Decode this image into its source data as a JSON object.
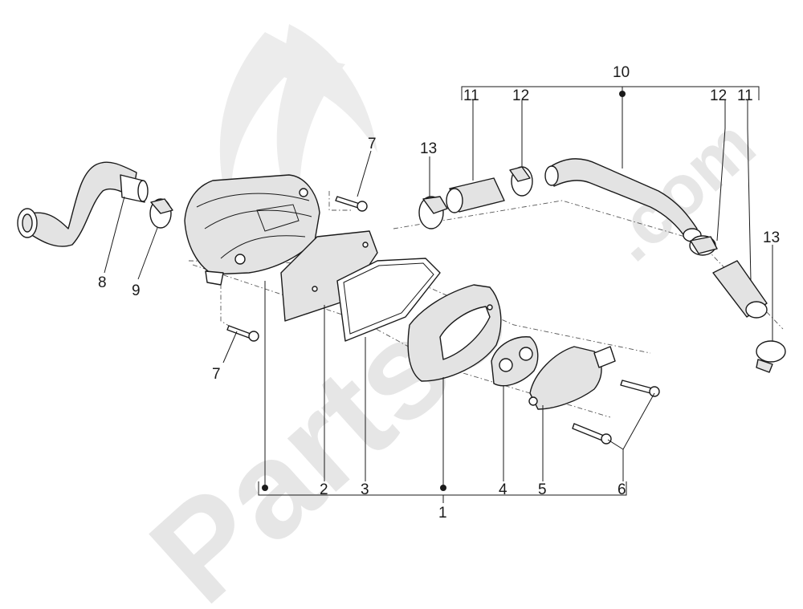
{
  "watermark": {
    "brand": "Partss",
    "suffix": ".com"
  },
  "callouts": {
    "c1": "1",
    "c2": "2",
    "c3": "3",
    "c4": "4",
    "c5": "5",
    "c6": "6",
    "c7a": "7",
    "c7b": "7",
    "c8": "8",
    "c9": "9",
    "c10": "10",
    "c11a": "11",
    "c11b": "11",
    "c12a": "12",
    "c12b": "12",
    "c13a": "13",
    "c13b": "13"
  },
  "colors": {
    "line": "#1a1a1a",
    "watermark": "#e6e6e6",
    "part_fill": "#e3e3e3"
  }
}
